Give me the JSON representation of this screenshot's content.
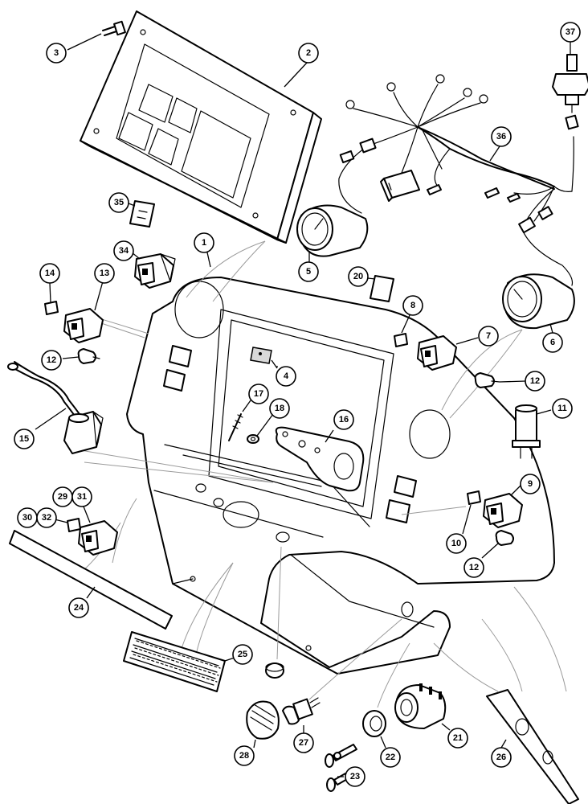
{
  "callouts": [
    {
      "id": "c1",
      "label": "1"
    },
    {
      "id": "c2",
      "label": "2"
    },
    {
      "id": "c3",
      "label": "3"
    },
    {
      "id": "c4",
      "label": "4"
    },
    {
      "id": "c5",
      "label": "5"
    },
    {
      "id": "c6",
      "label": "6"
    },
    {
      "id": "c7",
      "label": "7"
    },
    {
      "id": "c8",
      "label": "8"
    },
    {
      "id": "c9",
      "label": "9"
    },
    {
      "id": "c10",
      "label": "10"
    },
    {
      "id": "c11",
      "label": "11"
    },
    {
      "id": "c12a",
      "label": "12"
    },
    {
      "id": "c12b",
      "label": "12"
    },
    {
      "id": "c12c",
      "label": "12"
    },
    {
      "id": "c13",
      "label": "13"
    },
    {
      "id": "c14",
      "label": "14"
    },
    {
      "id": "c15",
      "label": "15"
    },
    {
      "id": "c16",
      "label": "16"
    },
    {
      "id": "c17",
      "label": "17"
    },
    {
      "id": "c18",
      "label": "18"
    },
    {
      "id": "c20",
      "label": "20"
    },
    {
      "id": "c21",
      "label": "21"
    },
    {
      "id": "c22",
      "label": "22"
    },
    {
      "id": "c23",
      "label": "23"
    },
    {
      "id": "c24",
      "label": "24"
    },
    {
      "id": "c25",
      "label": "25"
    },
    {
      "id": "c26",
      "label": "26"
    },
    {
      "id": "c27",
      "label": "27"
    },
    {
      "id": "c28",
      "label": "28"
    },
    {
      "id": "c29",
      "label": "29"
    },
    {
      "id": "c30",
      "label": "30"
    },
    {
      "id": "c31",
      "label": "31"
    },
    {
      "id": "c32",
      "label": "32"
    },
    {
      "id": "c34",
      "label": "34"
    },
    {
      "id": "c35",
      "label": "35"
    },
    {
      "id": "c36",
      "label": "36"
    },
    {
      "id": "c37",
      "label": "37"
    }
  ]
}
